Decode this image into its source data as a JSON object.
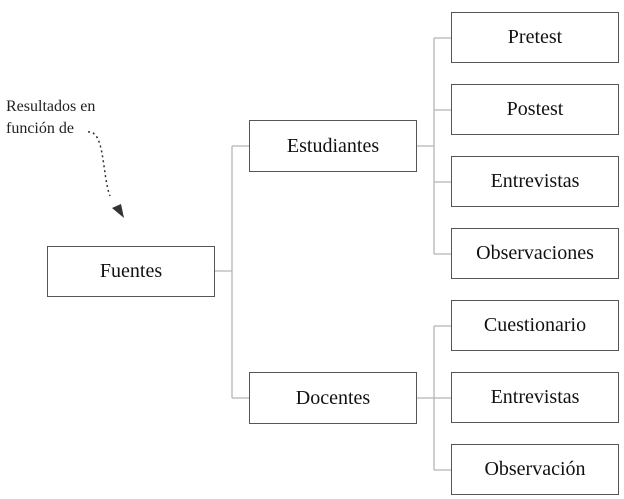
{
  "annotation": {
    "line1": "Resultados en",
    "line2": "función de"
  },
  "root": {
    "label": "Fuentes"
  },
  "groups": [
    {
      "label": "Estudiantes",
      "children": [
        "Pretest",
        "Postest",
        "Entrevistas",
        "Observaciones"
      ]
    },
    {
      "label": "Docentes",
      "children": [
        "Cuestionario",
        "Entrevistas",
        "Observación"
      ]
    }
  ],
  "colors": {
    "box_border": "#555555",
    "connector": "#b5b5b5",
    "arrow": "#333333"
  }
}
